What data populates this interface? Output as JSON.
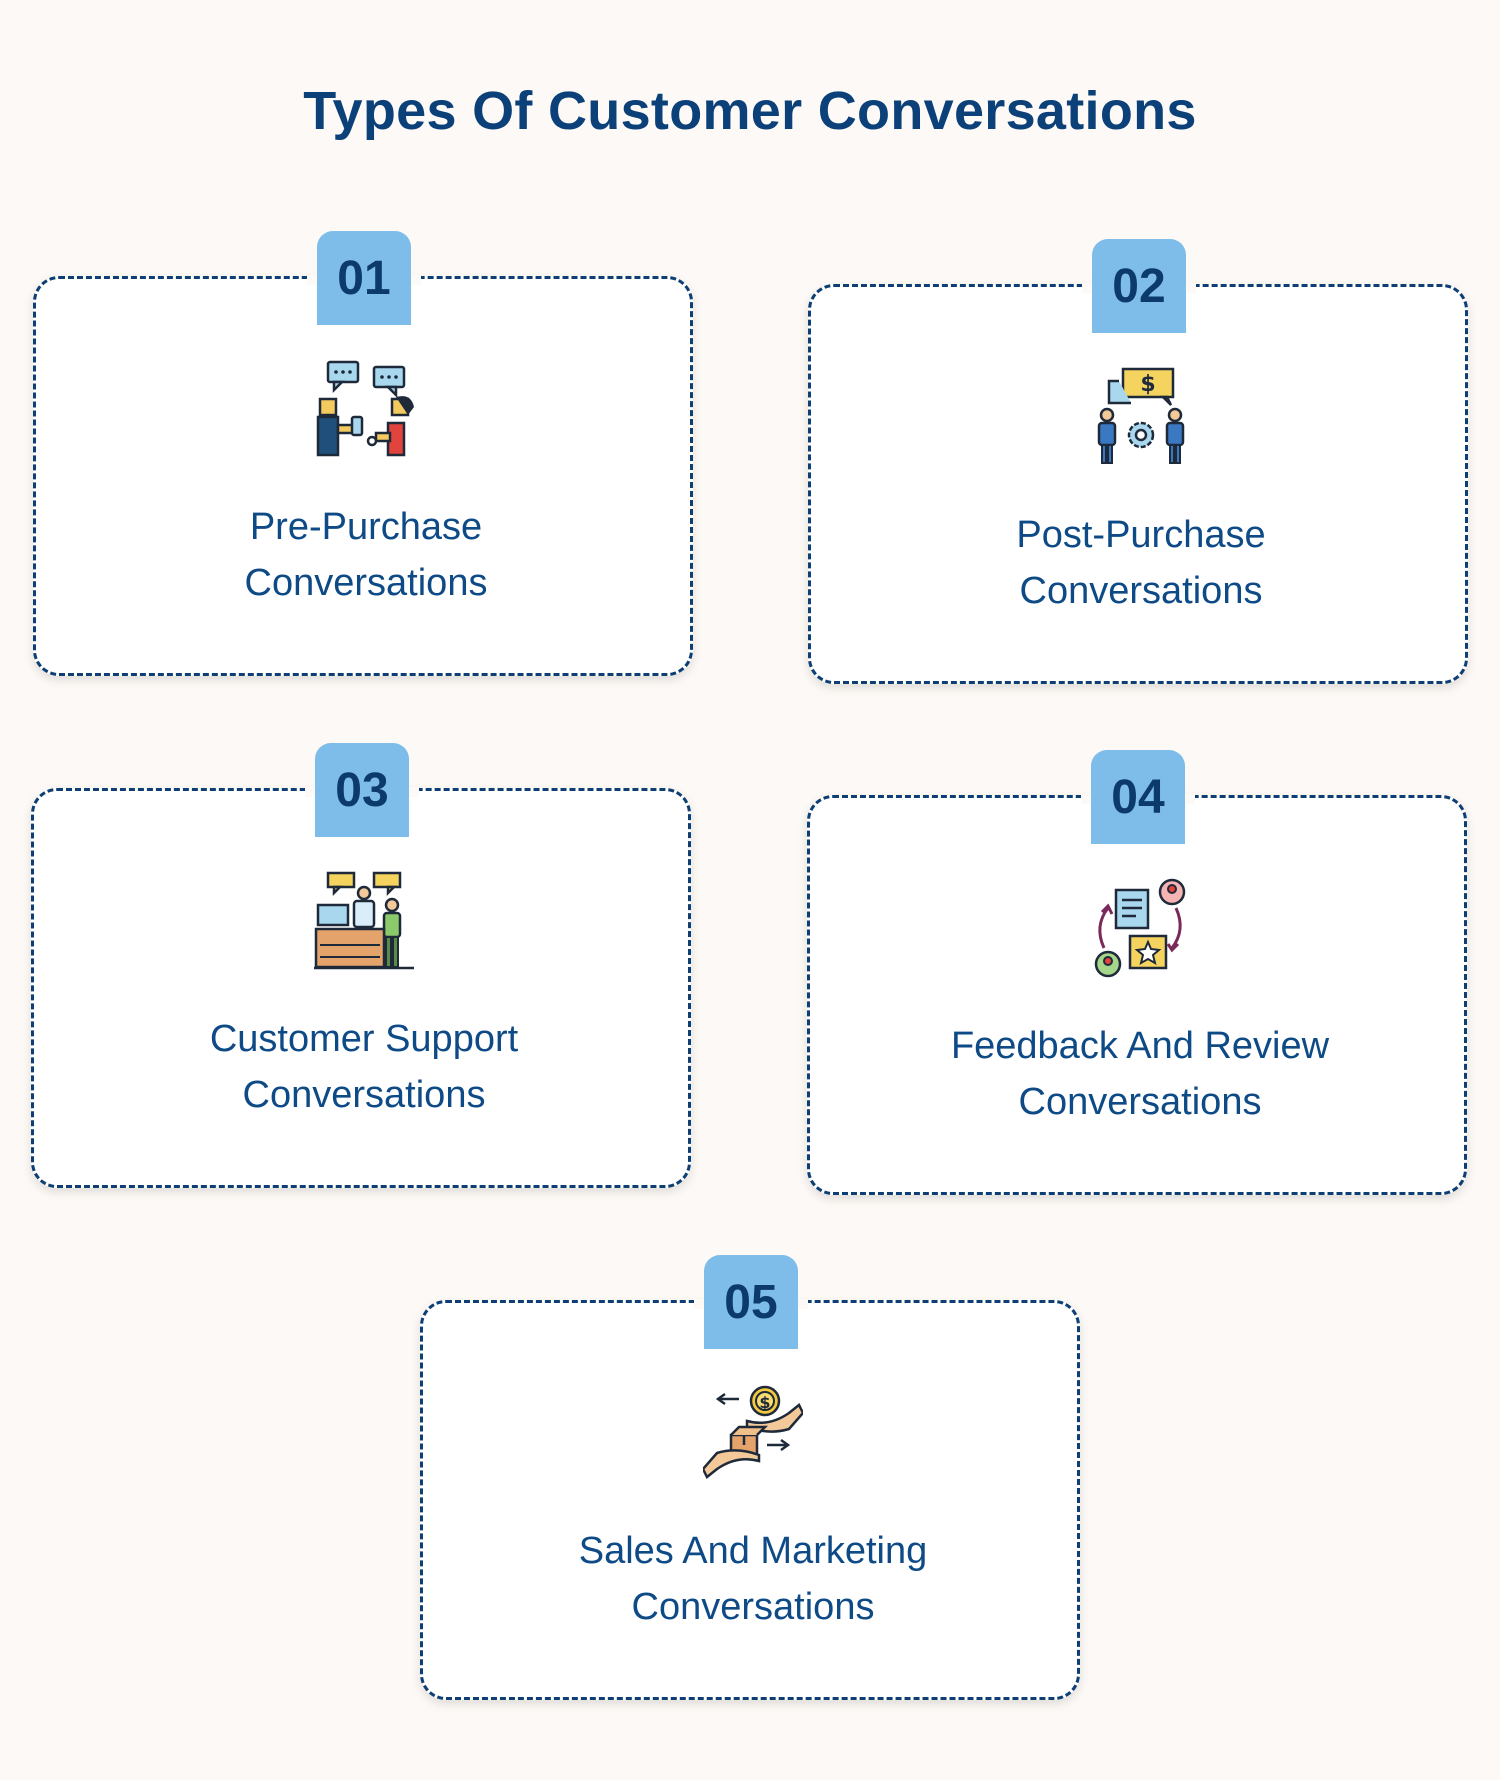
{
  "title": "Types Of Customer Conversations",
  "colors": {
    "background": "#fdf9f6",
    "title": "#0b4079",
    "border": "#0d3f74",
    "badge": "#7ebdea",
    "badge_text": "#0b3a6b",
    "label": "#0e4a86"
  },
  "cards": [
    {
      "number": "01",
      "line1": "Pre-Purchase",
      "line2": "Conversations",
      "icon": "chat-exchange-icon"
    },
    {
      "number": "02",
      "line1": "Post-Purchase",
      "line2": "Conversations",
      "icon": "payment-discussion-icon"
    },
    {
      "number": "03",
      "line1": "Customer Support",
      "line2": "Conversations",
      "icon": "support-desk-icon"
    },
    {
      "number": "04",
      "line1": "Feedback And Review",
      "line2": "Conversations",
      "icon": "feedback-cycle-icon"
    },
    {
      "number": "05",
      "line1": "Sales And Marketing",
      "line2": "Conversations",
      "icon": "hand-exchange-icon"
    }
  ]
}
